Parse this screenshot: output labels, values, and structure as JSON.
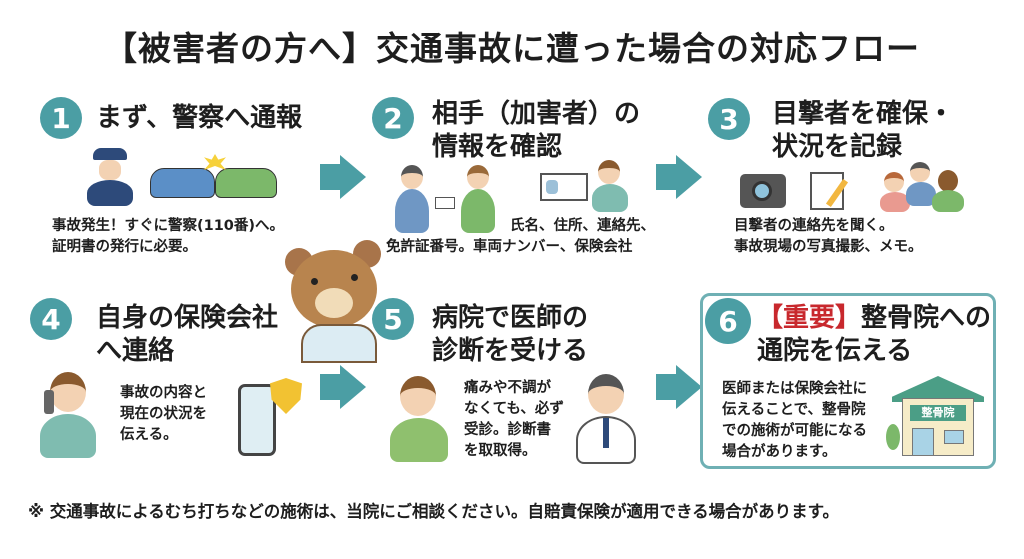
{
  "title": "【被害者の方へ】交通事故に遭った場合の対応フロー",
  "steps": [
    {
      "num": "1",
      "heading": "まず、警察へ通報",
      "desc1": "事故発生！すぐに警察(110番)へ。",
      "desc2": "証明書の発行に必要。"
    },
    {
      "num": "2",
      "heading1": "相手（加害者）の",
      "heading2": "情報を確認",
      "desc1": "氏名、住所、連絡先、",
      "desc2": "免許証番号。車両ナンバー、保険会社"
    },
    {
      "num": "3",
      "heading1": "目撃者を確保・",
      "heading2": "状況を記録",
      "desc1": "目撃者の連絡先を聞く。",
      "desc2": "事故現場の写真撮影、メモ。"
    },
    {
      "num": "4",
      "heading1": "自身の保険会社",
      "heading2": "へ連絡",
      "desc1": "事故の内容と",
      "desc2": "現在の状況を",
      "desc3": "伝える。"
    },
    {
      "num": "5",
      "heading1": "病院で医師の",
      "heading2": "診断を受ける",
      "desc1": "痛みや不調が",
      "desc2": "なくても、必ず",
      "desc3": "受診。診断書",
      "desc4": "を取取得。"
    },
    {
      "num": "6",
      "tag": "【重要】",
      "heading1": "整骨院への",
      "heading2": "通院を伝える",
      "desc1": "医師または保険会社に",
      "desc2": "伝えることで、整骨院",
      "desc3": "での施術が可能になる",
      "desc4": "場合があります。",
      "sign": "整骨院"
    }
  ],
  "footnote": "※ 交通事故によるむち打ちなどの施術は、当院にご相談ください。自賠責保険が適用できる場合があります。",
  "colors": {
    "accent": "#4b9ea4",
    "important": "#c8282d"
  }
}
